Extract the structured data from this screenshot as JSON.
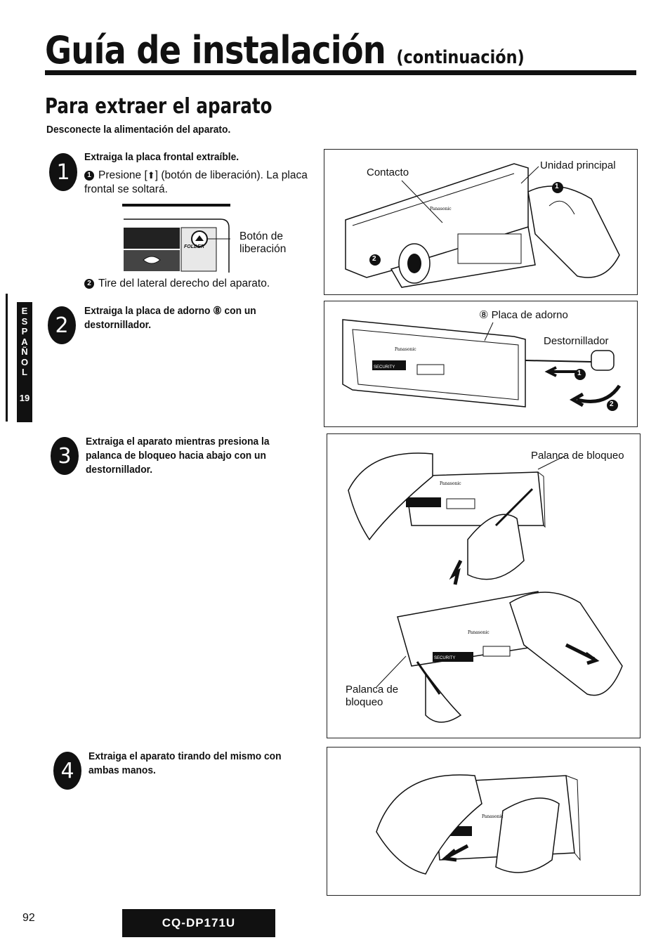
{
  "header": {
    "title": "Guía de instalación",
    "subtitle": "(continuación)"
  },
  "section": {
    "heading": "Para extraer el aparato",
    "intro": "Desconecte la alimentación del aparato."
  },
  "steps": [
    {
      "number": "1",
      "title": "Extraiga la placa frontal extraíble.",
      "substeps": [
        {
          "marker": "1",
          "text_before": "Presione [",
          "text_after": "] (botón de liberación). La placa frontal se soltará."
        },
        {
          "marker": "2",
          "text": "Tire del lateral derecho del aparato."
        }
      ],
      "inset_label": "Botón de liberación",
      "inset_button_text": "FOLDER",
      "figure_labels": {
        "contact": "Contacto",
        "main_unit": "Unidad principal",
        "arrow1": "1",
        "arrow2": "2"
      }
    },
    {
      "number": "2",
      "title": "Extraiga la placa de adorno ⑧ con un destornillador.",
      "figure_labels": {
        "trim_plate": "⑧ Placa de adorno",
        "screwdriver": "Destornillador",
        "arrow1": "1",
        "arrow2": "2"
      }
    },
    {
      "number": "3",
      "title": "Extraiga el aparato mientras presiona la palanca de bloqueo hacia abajo con un destornillador.",
      "figure_labels": {
        "lock_lever_top": "Palanca de bloqueo",
        "lock_lever_bottom": "Palanca de bloqueo"
      }
    },
    {
      "number": "4",
      "title": "Extraiga el aparato tirando del mismo con ambas manos."
    }
  ],
  "unit_text": {
    "brand": "Panasonic",
    "security": "SECURITY"
  },
  "side_tab": {
    "letters": [
      "E",
      "S",
      "P",
      "A",
      "Ñ",
      "O",
      "L"
    ],
    "page": "19"
  },
  "footer": {
    "page_number": "92",
    "model": "CQ-DP171U"
  }
}
